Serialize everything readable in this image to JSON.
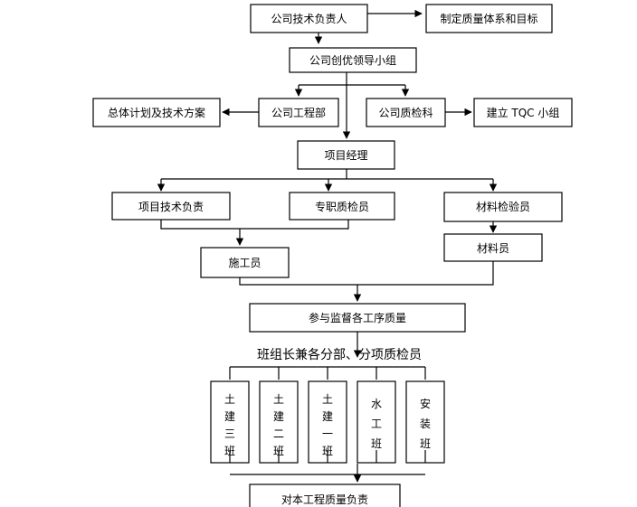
{
  "nodes": {
    "tech_head": "公司技术负责人",
    "quality_system": "制定质量体系和目标",
    "leading_group": "公司创优领导小组",
    "overall_plan": "总体计划及技术方案",
    "engineering_dept": "公司工程部",
    "qc_dept": "公司质检科",
    "tqc_group": "建立 TQC 小组",
    "project_manager": "项目经理",
    "project_tech_lead": "项目技术负责",
    "quality_inspector": "专职质检员",
    "material_inspector": "材料检验员",
    "constructor": "施工员",
    "material_clerk": "材料员",
    "supervise_process": "参与监督各工序质量",
    "team_caption": "班组长兼各分部、分项质检员",
    "final": "对本工程质量负责"
  },
  "teams": [
    [
      "土",
      "建",
      "三",
      "班"
    ],
    [
      "土",
      "建",
      "二",
      "班"
    ],
    [
      "土",
      "建",
      "一",
      "班"
    ],
    [
      "水",
      "工",
      "班"
    ],
    [
      "安",
      "装",
      "班"
    ]
  ]
}
